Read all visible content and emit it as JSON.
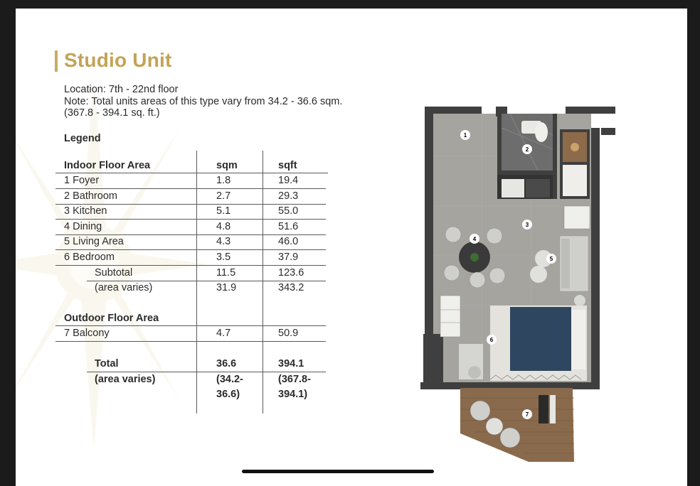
{
  "title": "Studio Unit",
  "info": {
    "location": "Location: 7th - 22nd floor",
    "note_line1": "Note: Total units areas of this type vary from 34.2 - 36.6 sqm.",
    "note_line2": "(367.8 - 394.1 sq. ft.)"
  },
  "legend_label": "Legend",
  "table": {
    "indoor_header": "Indoor Floor Area",
    "col_sqm": "sqm",
    "col_sqft": "sqft",
    "indoor_rows": [
      {
        "label": "1 Foyer",
        "sqm": "1.8",
        "sqft": "19.4"
      },
      {
        "label": "2 Bathroom",
        "sqm": "2.7",
        "sqft": "29.3"
      },
      {
        "label": "3 Kitchen",
        "sqm": "5.1",
        "sqft": "55.0"
      },
      {
        "label": "4 Dining",
        "sqm": "4.8",
        "sqft": "51.6"
      },
      {
        "label": "5 Living Area",
        "sqm": "4.3",
        "sqft": "46.0"
      },
      {
        "label": "6 Bedroom",
        "sqm": "3.5",
        "sqft": "37.9"
      }
    ],
    "subtotal": {
      "label": "Subtotal",
      "sqm": "11.5",
      "sqft": "123.6"
    },
    "subtotal_varies": {
      "label": "(area varies)",
      "sqm": "31.9",
      "sqft": "343.2"
    },
    "outdoor_header": "Outdoor Floor Area",
    "outdoor_rows": [
      {
        "label": "7 Balcony",
        "sqm": "4.7",
        "sqft": "50.9"
      }
    ],
    "total": {
      "label": "Total",
      "sqm": "36.6",
      "sqft": "394.1"
    },
    "total_varies": {
      "label": "(area varies)",
      "sqm_line1": "(34.2-",
      "sqm_line2": "36.6)",
      "sqft_line1": "(367.8-",
      "sqft_line2": "394.1)"
    }
  },
  "plan_labels": [
    "1",
    "2",
    "3",
    "4",
    "5",
    "6",
    "7"
  ],
  "colors": {
    "gold": "#c2a457",
    "wall": "#3f3f3f",
    "floor": "#a9a7a2",
    "balcony_wood": "#8a6a4c",
    "bed": "#2f4660"
  }
}
